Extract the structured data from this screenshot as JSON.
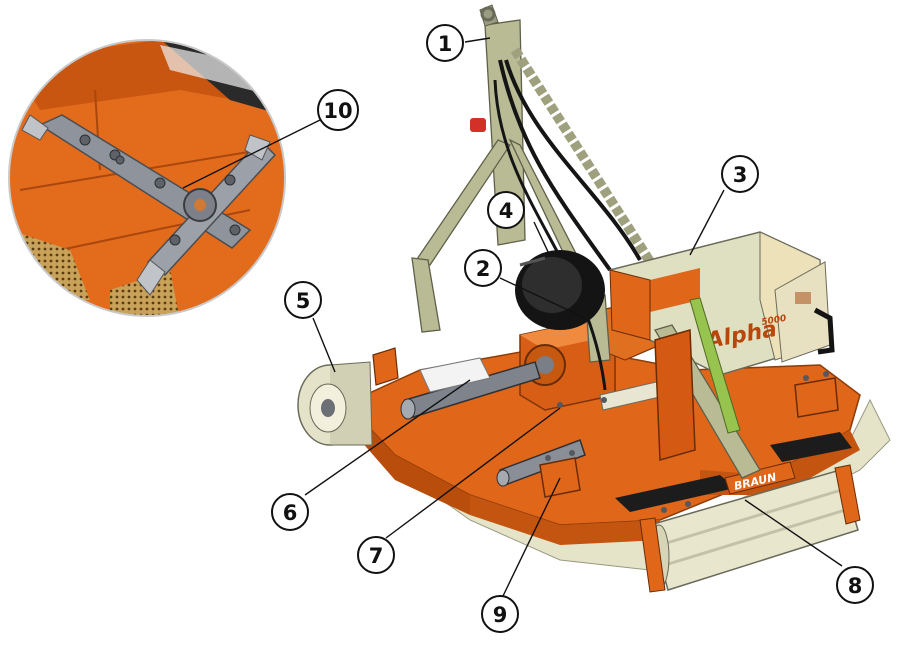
{
  "diagram": {
    "brand_name": "Alpha",
    "model_number": "5000",
    "manufacturer": "BRAUN",
    "callouts": [
      {
        "id": "1",
        "label": "1"
      },
      {
        "id": "2",
        "label": "2"
      },
      {
        "id": "3",
        "label": "3"
      },
      {
        "id": "4",
        "label": "4"
      },
      {
        "id": "5",
        "label": "5"
      },
      {
        "id": "6",
        "label": "6"
      },
      {
        "id": "7",
        "label": "7"
      },
      {
        "id": "8",
        "label": "8"
      },
      {
        "id": "9",
        "label": "9"
      },
      {
        "id": "10",
        "label": "10"
      }
    ]
  },
  "colors": {
    "deck_orange": "#e0661a",
    "deck_dark": "#b84d0c",
    "frame_green": "#b9bb94",
    "cover_cream": "#dfe0c2",
    "rubber_black": "#1c1c1c",
    "steel_gray": "#8a8d94",
    "callout_stroke": "#111111"
  }
}
